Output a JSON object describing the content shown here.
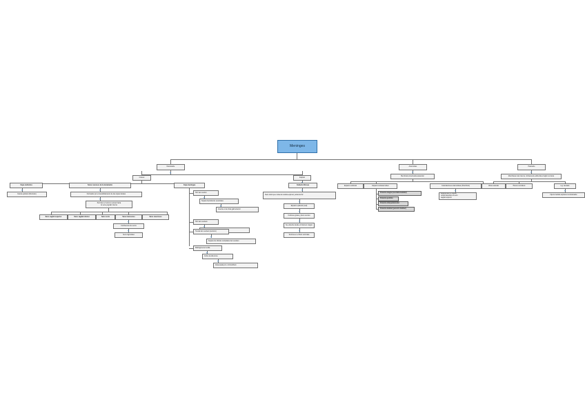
{
  "document": {
    "title": "Meninges",
    "background_color": "#ffffff",
    "node_fill": "#f2f2f2",
    "node_border": "#6f6f6f",
    "root_fill": "#7eb7e8",
    "root_border": "#2f6fa8",
    "highlight_fill": "#d9d9d9",
    "connector_color": "#6f6f6f",
    "arrow_color": "#5b9bd5"
  },
  "root": {
    "label": "Meninges"
  },
  "branches": {
    "duramadre": {
      "label": "Duramadre"
    },
    "aracnoides": {
      "label": "Aracnoides"
    },
    "piamadre": {
      "label": "Piamadre"
    }
  },
  "duramadre": {
    "craneo": {
      "label": "Cráneo"
    },
    "espinal": {
      "label": "Espinal"
    },
    "capa_endostica": {
      "label": "Capa endóstica"
    },
    "capa_endostica_child": {
      "label": "Fascia epidural  (Periostio)"
    },
    "senos": {
      "label": "Senos venosos de la duramadre"
    },
    "senos_child1": {
      "label": "Formados por el desdoblamiento de las capas durales"
    },
    "senos_child2": {
      "label": "Permiten el retorno venoso hacia\nla vena yugular interna"
    },
    "sinus_list": [
      {
        "label": "Seno sagital superior"
      },
      {
        "label": "Seno sagital inferior"
      },
      {
        "label": "Seno recto"
      },
      {
        "label": "Seno transverso"
      },
      {
        "label": "Seno cavernoso"
      }
    ],
    "sinus_child1": {
      "label": "Confluencia de senos"
    },
    "sinus_child2": {
      "label": "Seno sigmoideo"
    },
    "capa_meningea": {
      "label": "Capa meníngea"
    },
    "cascade": [
      {
        "label": "Hoz del cerebro"
      },
      {
        "label": "Separa hemisferios cerebrales"
      },
      {
        "label": "Inserta en la crista galli anterior"
      },
      {
        "label": "Hoz del cerebelo"
      },
      {
        "label": "Separa los hemisferios cerebelosos"
      },
      {
        "label": "Tienda del cerebelo (tentorio)"
      },
      {
        "label": "Separa los lóbulos occipitales del cerebelo"
      },
      {
        "label": "Diafragma de la silla"
      },
      {
        "label": "Cubre la silla turca"
      },
      {
        "label": "Atravesada por el infundíbulo"
      }
    ],
    "espinal_sub": {
      "label": "Cubierta fibrosa"
    },
    "espinal_chain": [
      {
        "label": "Saco dural que rodea la médula espinal y alcanza S2"
      },
      {
        "label": "Espacio epidural  (real)"
      },
      {
        "label": "Contiene grasa y plexo venoso"
      },
      {
        "label": "Se extiende desde el foramen magno"
      },
      {
        "label": "Termina en el filum terminale"
      }
    ]
  },
  "aracnoides": {
    "subtitle": {
      "label": "Membrana intermedia avascular"
    },
    "espacio_subdural": {
      "label": "Espacio subdural"
    },
    "espacio_subaracnoideo": {
      "label": "Espacio subaracnoideo"
    },
    "highlights": [
      {
        "label": "Cisterna magna (cerebelomedular)"
      },
      {
        "label": "Cisterna pontina"
      },
      {
        "label": "Cisterna interpeduncular"
      },
      {
        "label": "Cisterna lumbar (punción lumbar)"
      }
    ],
    "granulaciones": {
      "label": "Granulaciones aracnoideas (Pacchioni)"
    },
    "granulaciones_child": {
      "label": "Reabsorben el líquido\ncefalorraquídeo al seno\nsagital superior"
    }
  },
  "piamadre": {
    "subtitle": {
      "label": "Membrana más interna, íntimamente adherida al tejido nervioso"
    },
    "vaina_vascular": {
      "label": "Vaina vascular"
    },
    "plexos_coroideos": {
      "label": "Plexos coroideos"
    },
    "lig_dentado": {
      "label": "Lig. dentado"
    },
    "lig_dentado_child": {
      "label": "Fija la médula espinal a la duramadre"
    }
  }
}
